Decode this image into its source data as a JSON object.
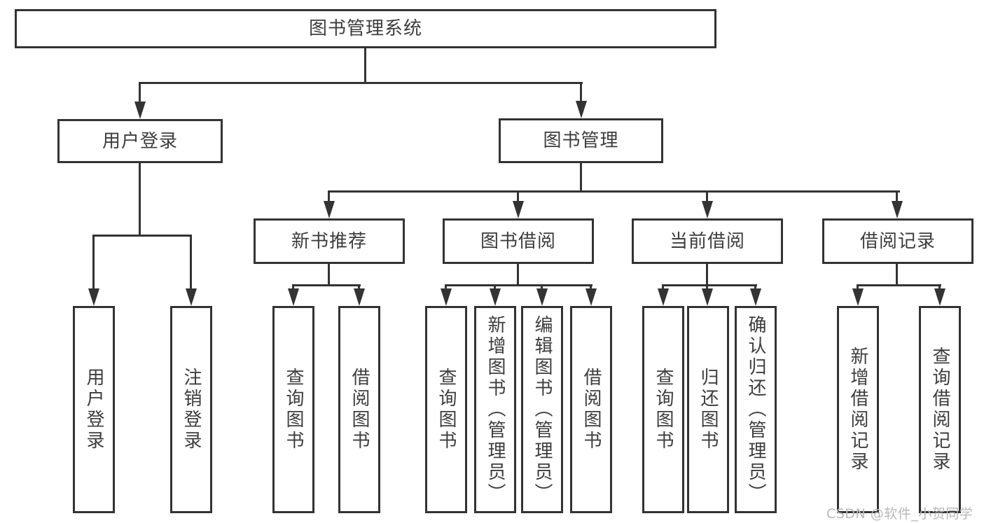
{
  "diagram": {
    "root": "图书管理系统",
    "level2": {
      "user_login": "用户登录",
      "book_mgmt": "图书管理"
    },
    "level3": {
      "new_books": "新书推荐",
      "book_borrow": "图书借阅",
      "current_borrow": "当前借阅",
      "borrow_records": "借阅记录"
    },
    "leaves": {
      "user_login": [
        "用户登录",
        "注销登录"
      ],
      "new_books": [
        "查询图书",
        "借阅图书"
      ],
      "book_borrow": [
        "查询图书",
        "新增图书（管理员）",
        "编辑图书（管理员）",
        "借阅图书"
      ],
      "current_borrow": [
        "查询图书",
        "归还图书",
        "确认归还（管理员）"
      ],
      "borrow_records": [
        "新增借阅记录",
        "查询借阅记录"
      ]
    }
  },
  "watermark": "CSDN @软件_小贺同学",
  "colors": {
    "line": "#333333",
    "text": "#3d3d3d",
    "watermark": "#b8b8b8",
    "background": "#ffffff"
  }
}
